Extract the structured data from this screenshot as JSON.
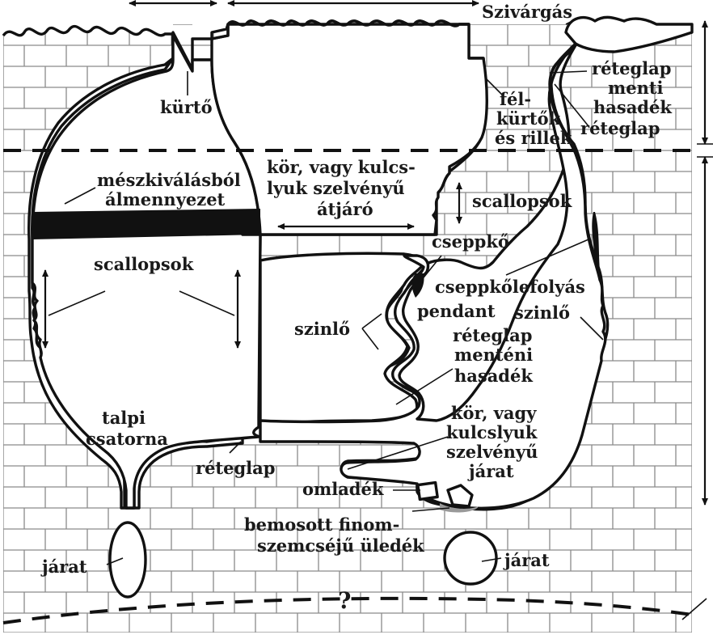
{
  "labels": {
    "kurto": "kürtő",
    "szivargas": "Szivárgás",
    "reteglap_menti_1": "réteglap",
    "reteglap_menti_2": "menti",
    "reteglap_menti_3": "hasadék",
    "reteglap_top": "réteglap",
    "felkurtok_1": "fél-",
    "felkurtok_2": "kürtők",
    "felkurtok_3": "és rillek",
    "meszkivalasbol_1": "mészkiválásból",
    "meszkivalasbol_2": "álmennyezet",
    "kor_kulcs_1": "kör, vagy kulcs-",
    "kor_kulcs_2": "lyuk szelvényű",
    "kor_kulcs_3": "átjáró",
    "scallopsok_right": "scallopsok",
    "scallopsok_left": "scallopsok",
    "cseppko": "cseppkő",
    "cseppkolefolyas": "cseppkőlefolyás",
    "pendant": "pendant",
    "szinlo_mid": "szinlő",
    "szinlo_right": "szinlő",
    "reteglap_menteni_1": "réteglap",
    "reteglap_menteni_2": "menténi",
    "reteglap_menteni_3": "hasadék",
    "talpi_1": "talpi",
    "talpi_2": "csatorna",
    "kor_vagy_1": "kör, vagy",
    "kor_vagy_2": "kulcslyuk",
    "kor_vagy_3": "szelvényű",
    "kor_vagy_4": "járat",
    "reteglap_bottom": "réteglap",
    "omladek": "omladék",
    "bemosott_1": "bemosott finom-",
    "bemosott_2": "szemcséjű üledék",
    "jarat_left": "járat",
    "jarat_right": "járat",
    "question": "?"
  }
}
